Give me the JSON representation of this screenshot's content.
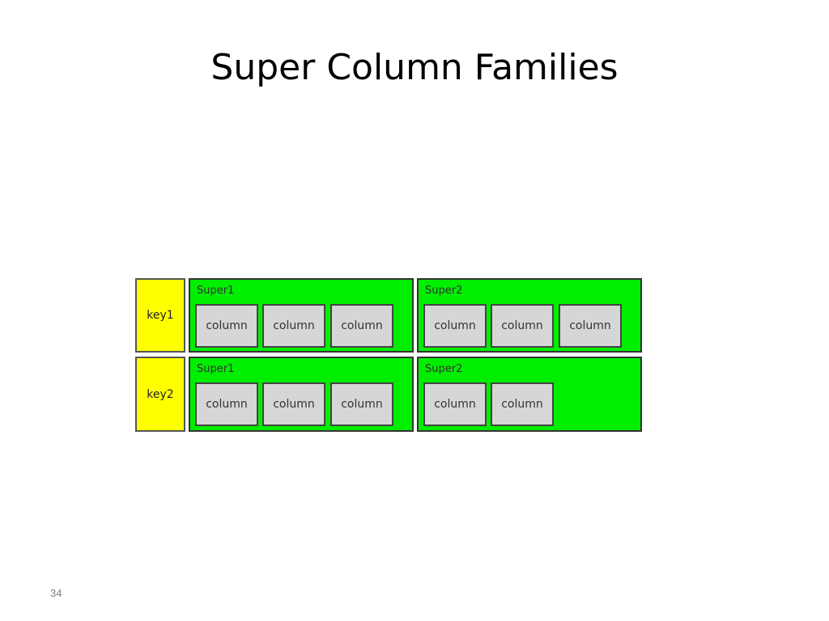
{
  "slide": {
    "title": "Super Column Families",
    "page_number": "34"
  },
  "colors": {
    "key_fill": "#ffff00",
    "super_fill": "#00ee00",
    "column_fill": "#d6d6d6"
  },
  "diagram": {
    "rows": [
      {
        "key": "key1",
        "supers": [
          {
            "label": "Super1",
            "columns": [
              "column",
              "column",
              "column"
            ]
          },
          {
            "label": "Super2",
            "columns": [
              "column",
              "column",
              "column"
            ]
          }
        ]
      },
      {
        "key": "key2",
        "supers": [
          {
            "label": "Super1",
            "columns": [
              "column",
              "column",
              "column"
            ]
          },
          {
            "label": "Super2",
            "columns": [
              "column",
              "column"
            ]
          }
        ]
      }
    ]
  }
}
